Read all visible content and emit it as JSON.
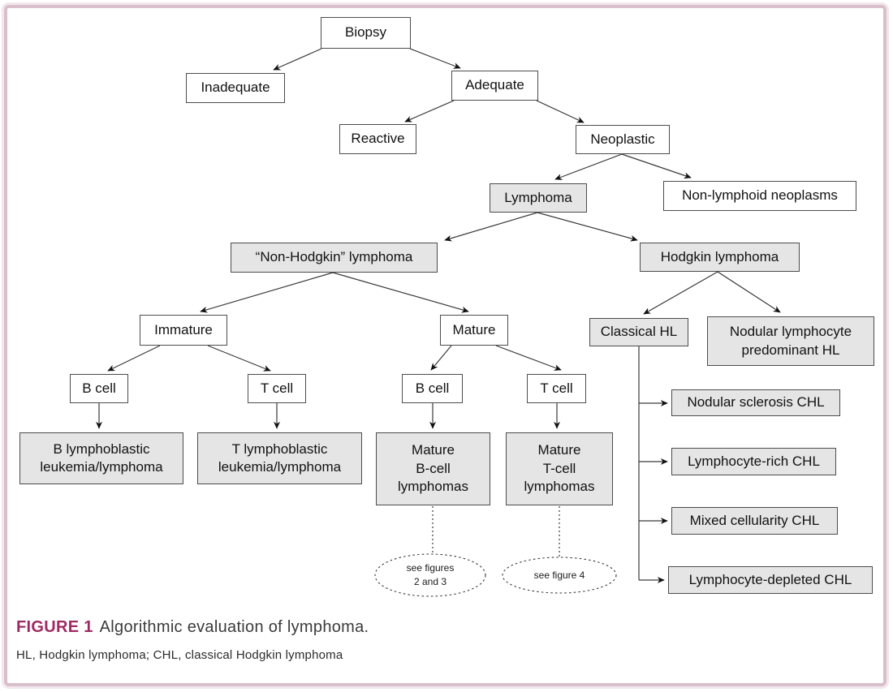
{
  "colors": {
    "accent": "#9e2b63",
    "frame": "#d9bfca",
    "node_gray": "#e5e5e5",
    "node_white": "#ffffff",
    "line": "#333333"
  },
  "caption": {
    "label": "FIGURE 1",
    "text": "Algorithmic evaluation of lymphoma.",
    "footnote": "HL, Hodgkin lymphoma; CHL, classical Hodgkin lymphoma"
  },
  "nodes": {
    "biopsy": {
      "lines": [
        "Biopsy"
      ]
    },
    "inadequate": {
      "lines": [
        "Inadequate"
      ]
    },
    "adequate": {
      "lines": [
        "Adequate"
      ]
    },
    "reactive": {
      "lines": [
        "Reactive"
      ]
    },
    "neoplastic": {
      "lines": [
        "Neoplastic"
      ]
    },
    "lymphoma": {
      "lines": [
        "Lymphoma"
      ]
    },
    "non_lymphoid": {
      "lines": [
        "Non-lymphoid neoplasms"
      ]
    },
    "nhl": {
      "lines": [
        "“Non-Hodgkin” lymphoma"
      ]
    },
    "hl": {
      "lines": [
        "Hodgkin lymphoma"
      ]
    },
    "immature": {
      "lines": [
        "Immature"
      ]
    },
    "mature": {
      "lines": [
        "Mature"
      ]
    },
    "b_cell_immature": {
      "lines": [
        "B cell"
      ]
    },
    "t_cell_immature": {
      "lines": [
        "T cell"
      ]
    },
    "b_cell_mature": {
      "lines": [
        "B cell"
      ]
    },
    "t_cell_mature": {
      "lines": [
        "T cell"
      ]
    },
    "b_lymphoblastic": {
      "lines": [
        "B lymphoblastic",
        "leukemia/lymphoma"
      ]
    },
    "t_lymphoblastic": {
      "lines": [
        "T lymphoblastic",
        "leukemia/lymphoma"
      ]
    },
    "mature_b": {
      "lines": [
        "Mature",
        "B-cell",
        "lymphomas"
      ]
    },
    "mature_t": {
      "lines": [
        "Mature",
        "T-cell",
        "lymphomas"
      ]
    },
    "classical_hl": {
      "lines": [
        "Classical HL"
      ]
    },
    "nlp_hl": {
      "lines": [
        "Nodular lymphocyte",
        "predominant HL"
      ]
    },
    "nodular_sclerosis": {
      "lines": [
        "Nodular sclerosis CHL"
      ]
    },
    "lymphocyte_rich": {
      "lines": [
        "Lymphocyte-rich CHL"
      ]
    },
    "mixed_cellularity": {
      "lines": [
        "Mixed cellularity CHL"
      ]
    },
    "lymphocyte_depleted": {
      "lines": [
        "Lymphocyte-depleted CHL"
      ]
    },
    "see_figures_2_3": {
      "lines": [
        "see figures",
        "2 and 3"
      ]
    },
    "see_figure_4": {
      "lines": [
        "see figure 4"
      ]
    }
  }
}
